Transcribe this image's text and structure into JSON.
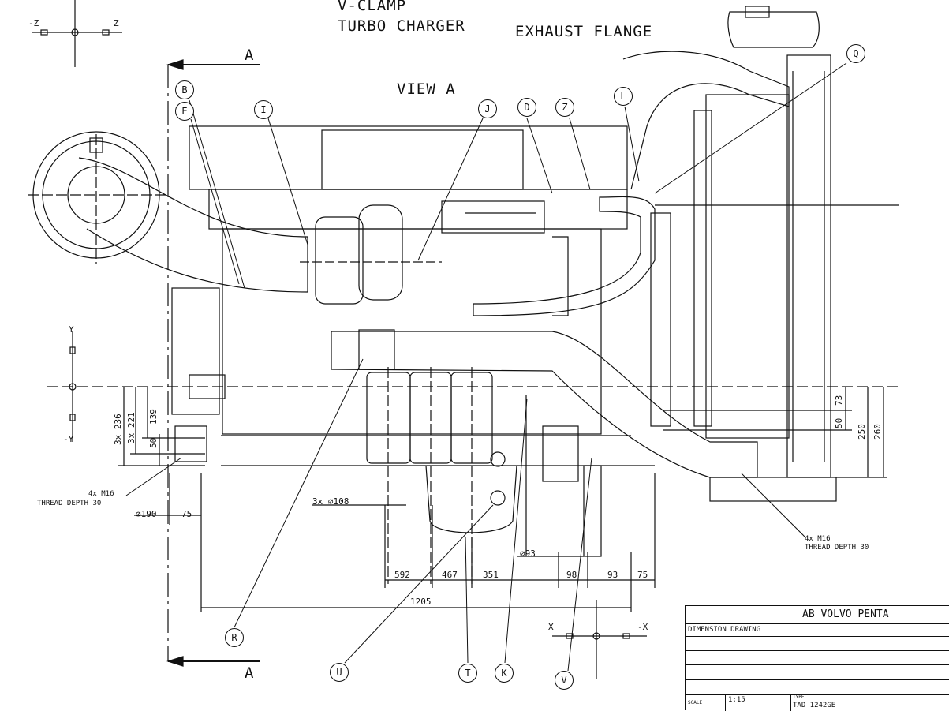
{
  "view": {
    "title": "VIEW A",
    "section_marker": "A",
    "notes": {
      "vclamp": "V-CLAMP",
      "turbo": "TURBO CHARGER",
      "exhaust": "EXHAUST FLANGE",
      "thread_left_1": "4x M16",
      "thread_left_2": "THREAD DEPTH 30",
      "thread_right_1": "4x M16",
      "thread_right_2": "THREAD DEPTH 30",
      "filters": "3x ⌀108",
      "pipe_dia": "⌀93"
    },
    "axes": {
      "z_neg": "-Z",
      "z_pos": "Z",
      "y_pos": "Y",
      "y_neg": "-Y",
      "x_pos": "X",
      "x_neg": "-X"
    }
  },
  "callouts": [
    "B",
    "E",
    "I",
    "J",
    "D",
    "Z",
    "L",
    "Q",
    "R",
    "U",
    "T",
    "K",
    "V"
  ],
  "dimensions": {
    "left_vertical": [
      "3x 236",
      "3x 221",
      "139",
      "50"
    ],
    "right_vertical": [
      "73",
      "50",
      "250",
      "260"
    ],
    "left_bottom": [
      "⌀190",
      "75"
    ],
    "bottom_chain": [
      "592",
      "467",
      "351",
      "98",
      "93",
      "75"
    ],
    "overall": "1205"
  },
  "title_block": {
    "company": "AB VOLVO PENTA",
    "drawing_type": "DIMENSION DRAWING",
    "scale_label": "SCALE",
    "scale_value": "1:15",
    "type_label": "TYPE",
    "type_value": "TAD 1242GE"
  },
  "colors": {
    "line": "#111111",
    "background": "#ffffff"
  }
}
